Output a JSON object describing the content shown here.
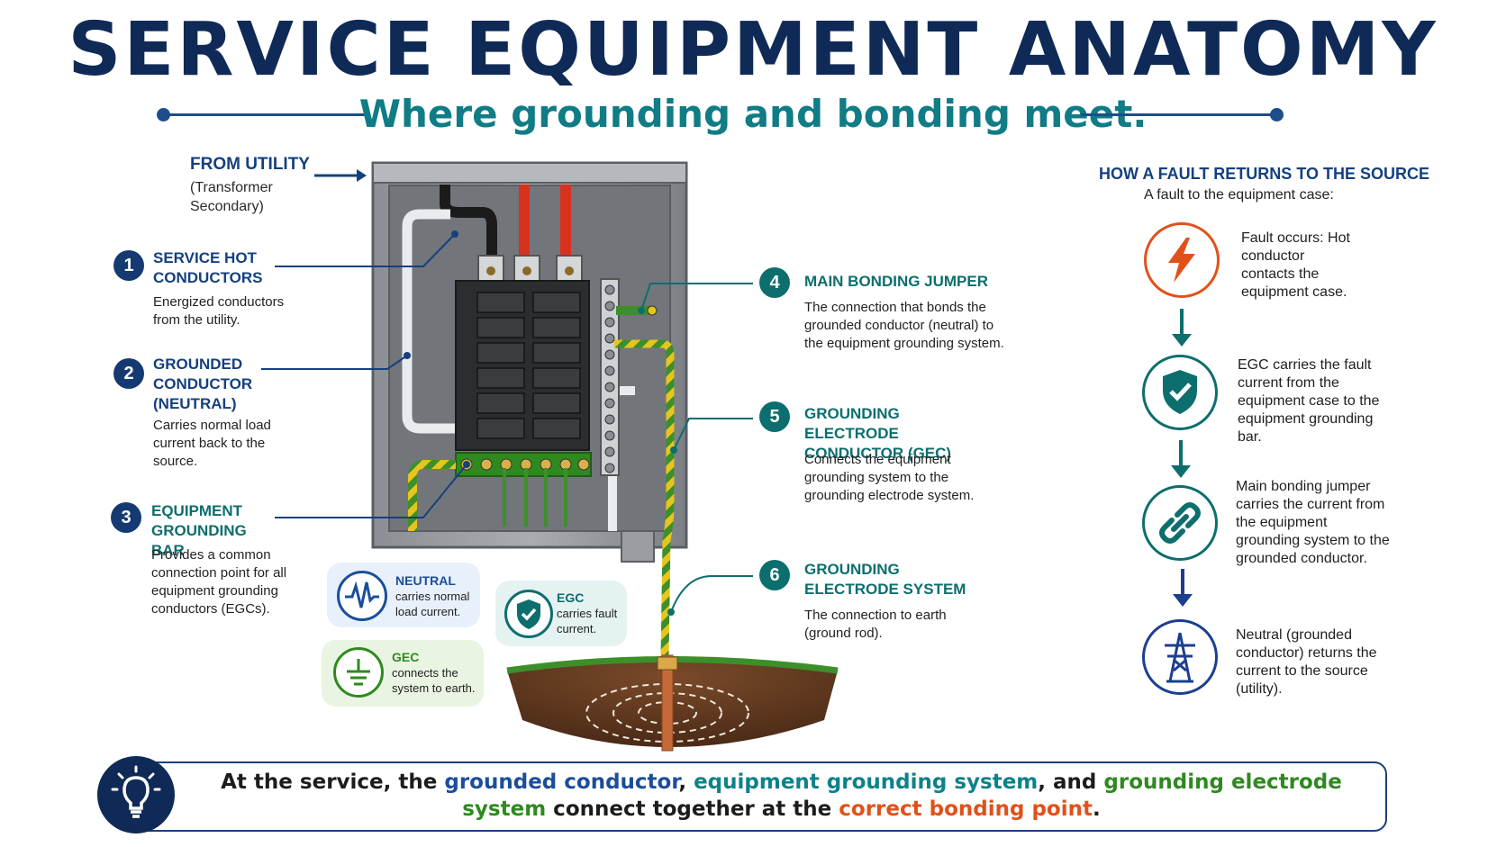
{
  "header": {
    "title": "SERVICE EQUIPMENT ANATOMY",
    "subtitle": "Where grounding and bonding meet."
  },
  "utility": {
    "title": "FROM UTILITY",
    "subtitle": "(Transformer Secondary)"
  },
  "labels": [
    {
      "num": "1",
      "title": "SERVICE HOT CONDUCTORS",
      "body": "Energized conductors from the utility."
    },
    {
      "num": "2",
      "title": "GROUNDED CONDUCTOR (NEUTRAL)",
      "body": "Carries normal load current back to the source."
    },
    {
      "num": "3",
      "title": "EQUIPMENT GROUNDING BAR",
      "body": "Provides a common connection point for all equipment grounding conductors (EGCs)."
    },
    {
      "num": "4",
      "title": "MAIN BONDING JUMPER",
      "body": "The connection that bonds the grounded conductor (neutral) to the equipment grounding system."
    },
    {
      "num": "5",
      "title": "GROUNDING ELECTRODE CONDUCTOR (GEC)",
      "body": "Connects the equipment grounding system to the grounding electrode system."
    },
    {
      "num": "6",
      "title": "GROUNDING ELECTRODE SYSTEM",
      "body": "The connection to earth (ground rod)."
    }
  ],
  "legend": {
    "neutral": {
      "title": "NEUTRAL",
      "body": "carries normal load current.",
      "icon": "waveform-icon",
      "color": "#1b4e9c"
    },
    "egc": {
      "title": "EGC",
      "body": "carries fault current.",
      "icon": "shield-check-icon",
      "color": "#0d6e6e"
    },
    "gec": {
      "title": "GEC",
      "body": "connects the system to earth.",
      "icon": "ground-symbol-icon",
      "color": "#2e8a1f"
    }
  },
  "fault_flow": {
    "title": "HOW A FAULT RETURNS TO THE SOURCE",
    "subtitle": "A fault to the equipment case:",
    "steps": [
      {
        "icon": "lightning-icon",
        "color": "#e0511a",
        "text": "Fault occurs: Hot conductor contacts the equipment case."
      },
      {
        "icon": "shield-check-icon",
        "color": "#0d6e6e",
        "text": "EGC carries the fault current from the equipment case to the equipment grounding bar."
      },
      {
        "icon": "link-icon",
        "color": "#0d6e6e",
        "text": "Main bonding jumper carries the current from the equipment grounding system to the grounded conductor."
      },
      {
        "icon": "transmission-tower-icon",
        "color": "#1b3f8f",
        "text": "Neutral (grounded conductor) returns the current to the source (utility)."
      }
    ]
  },
  "bottom": {
    "t1": "At the service, the ",
    "t2": "grounded conductor",
    "t3": ", ",
    "t4": "equipment grounding system",
    "t5": ", and ",
    "t6": "grounding electrode system",
    "t7": " connect together at the ",
    "t8": "correct bonding point",
    "t9": "."
  }
}
